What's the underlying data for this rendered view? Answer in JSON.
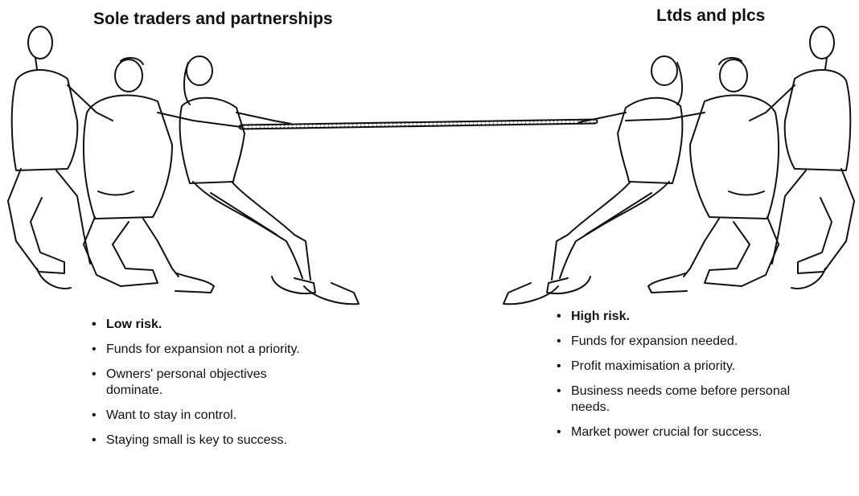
{
  "left_team": {
    "heading": "Sole traders and partnerships",
    "points": [
      "Low risk.",
      "Funds for expansion not a priority.",
      "Owners' personal objectives dominate.",
      "Want to stay in control.",
      "Staying small is key to success."
    ]
  },
  "right_team": {
    "heading": "Ltds and plcs",
    "points": [
      "High risk.",
      "Funds for expansion needed.",
      "Profit maximisation a priority.",
      "Business needs come before personal needs.",
      "Market power crucial for success."
    ]
  },
  "illustration": {
    "depicts": "tug-of-war",
    "icon": "tug-of-war-icon",
    "line_color": "#111111",
    "background": "#ffffff"
  }
}
